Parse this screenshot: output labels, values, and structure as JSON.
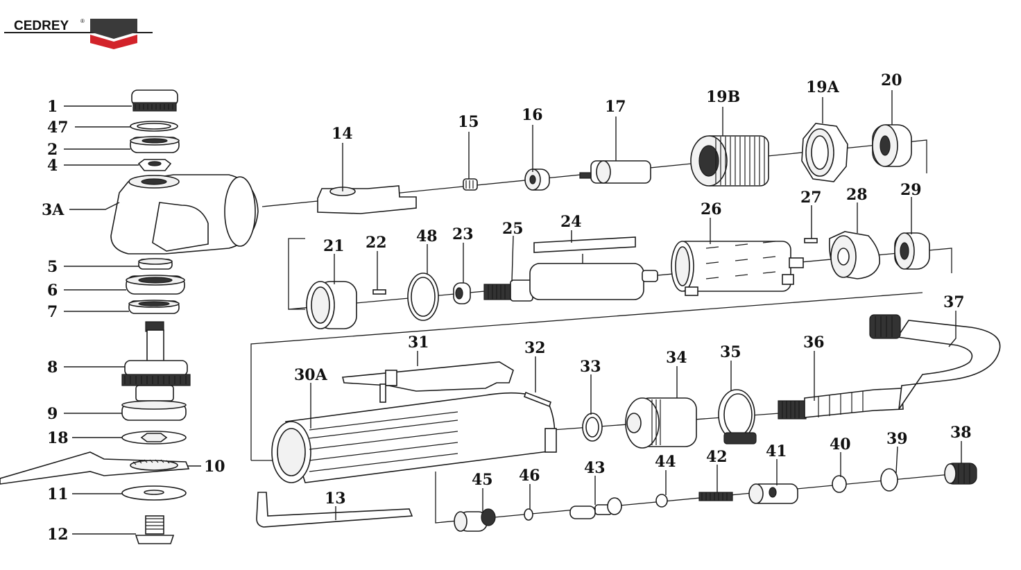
{
  "brand": {
    "name": "CEDREY",
    "registered_mark": "®",
    "colors": {
      "dark": "#3a3a3a",
      "red": "#d2232a"
    }
  },
  "callouts": {
    "c1": "1",
    "c47": "47",
    "c2": "2",
    "c4": "4",
    "c3A": "3A",
    "c5": "5",
    "c6": "6",
    "c7": "7",
    "c8": "8",
    "c9": "9",
    "c18": "18",
    "c10": "10",
    "c11": "11",
    "c12": "12",
    "c13": "13",
    "c14": "14",
    "c15": "15",
    "c16": "16",
    "c17": "17",
    "c19B": "19B",
    "c19A": "19A",
    "c20": "20",
    "c21": "21",
    "c22": "22",
    "c48": "48",
    "c23": "23",
    "c25": "25",
    "c24": "24",
    "c26": "26",
    "c27": "27",
    "c28": "28",
    "c29": "29",
    "c30A": "30A",
    "c31": "31",
    "c32": "32",
    "c33": "33",
    "c34": "34",
    "c35": "35",
    "c36": "36",
    "c37": "37",
    "c38": "38",
    "c39": "39",
    "c40": "40",
    "c41": "41",
    "c42": "42",
    "c43": "43",
    "c44": "44",
    "c45": "45",
    "c46": "46"
  }
}
